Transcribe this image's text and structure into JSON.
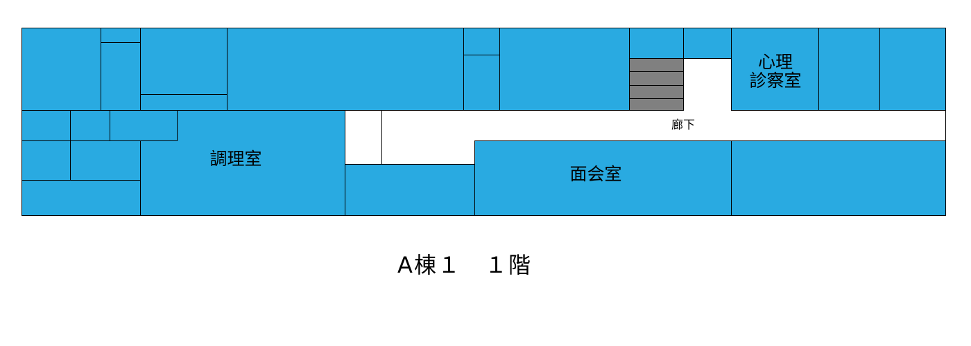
{
  "floor_plan": {
    "title": "A棟１　１階",
    "colors": {
      "room": "#29aae1",
      "stairs": "#808080",
      "corridor": "#ffffff"
    },
    "rooms": {
      "kitchen": "調理室",
      "psych_line1": "心理",
      "psych_line2": "診察室",
      "meeting": "面会室",
      "corridor": "廊下"
    }
  }
}
